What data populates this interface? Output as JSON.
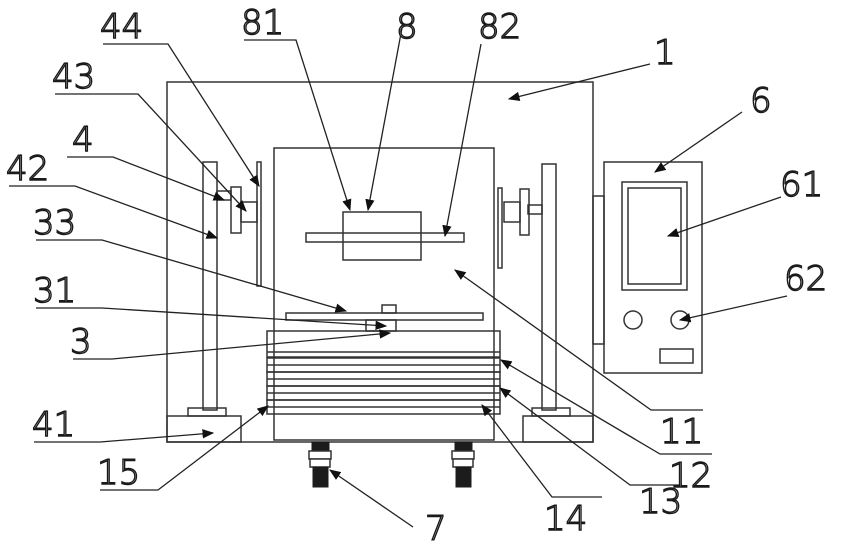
{
  "labels": {
    "l44": "44",
    "l43": "43",
    "l4": "4",
    "l42": "42",
    "l33": "33",
    "l31": "31",
    "l3": "3",
    "l41": "41",
    "l15": "15",
    "l81": "81",
    "l8": "8",
    "l82": "82",
    "l1": "1",
    "l6": "6",
    "l61": "61",
    "l62": "62",
    "l11": "11",
    "l12": "12",
    "l13": "13",
    "l14": "14",
    "l7": "7"
  },
  "colors": {
    "line": "#333333",
    "background": "#ffffff"
  }
}
